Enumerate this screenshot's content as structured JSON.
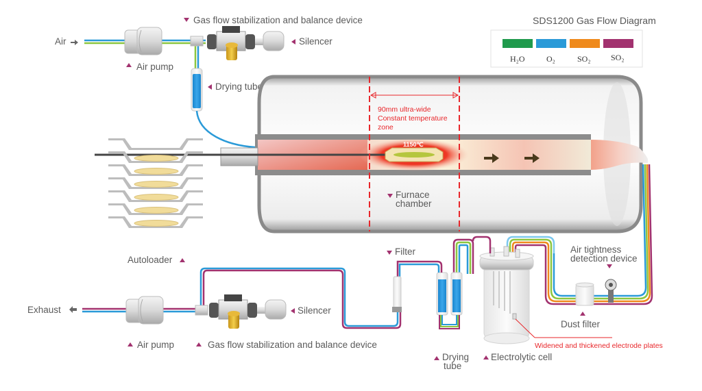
{
  "title": "SDS1200 Gas Flow Diagram",
  "legend": {
    "items": [
      {
        "label": "H₂O",
        "color": "#1f9a4c"
      },
      {
        "label": "O₂",
        "color": "#2a9ad8"
      },
      {
        "label": "SO₂",
        "color": "#ef8a1c"
      },
      {
        "label": "SO₂",
        "color": "#a2326f"
      }
    ]
  },
  "tube_colors": {
    "green": "#8cc63f",
    "blue": "#2a9ad8",
    "orange": "#ef8a1c",
    "magenta": "#a2326f",
    "light_blue": "#7cc8ee"
  },
  "labels": {
    "air": "Air",
    "exhaust": "Exhaust",
    "top_air_pump": "Air pump",
    "top_gas_flow_device": "Gas flow stabilization and balance device",
    "top_silencer": "Silencer",
    "top_drying_tube": "Drying tube",
    "constant_zone_line1": "90mm ultra-wide",
    "constant_zone_line2": "Constant temperature",
    "constant_zone_line3": "zone",
    "temperature": "1150℃",
    "furnace_line1": "Furnace",
    "furnace_line2": "chamber",
    "autoloader": "Autoloader",
    "filter": "Filter",
    "air_tightness_line1": "Air tightness",
    "air_tightness_line2": "detection device",
    "dust_filter": "Dust filter",
    "electrode_plates": "Widened and thickened electrode plates",
    "bottom_silencer": "Silencer",
    "bottom_air_pump": "Air pump",
    "bottom_gas_flow_device": "Gas flow stabilization and balance device",
    "bottom_drying_tube_line1": "Drying",
    "bottom_drying_tube_line2": "tube",
    "electrolytic_cell": "Electrolytic cell"
  }
}
